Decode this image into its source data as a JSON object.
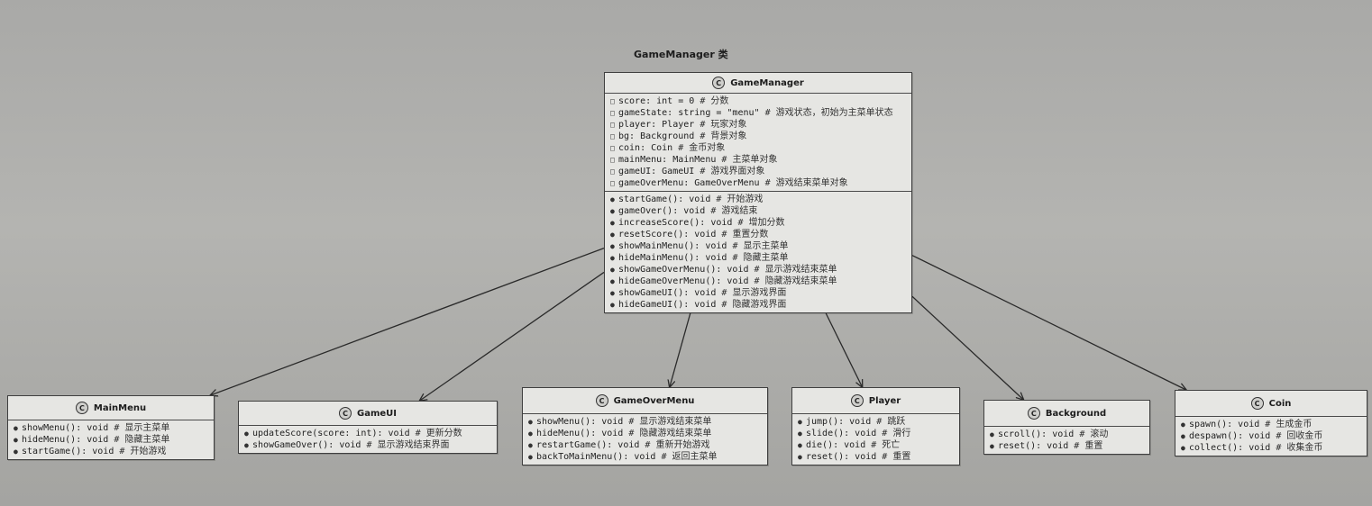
{
  "diagram_title": "GameManager 类",
  "classes": {
    "gameManager": {
      "name": "GameManager",
      "attributes": [
        {
          "vis": "□",
          "sig": "score: int = 0",
          "comment": "分数"
        },
        {
          "vis": "□",
          "sig": "gameState: string = \"menu\"",
          "comment": "游戏状态，初始为主菜单状态"
        },
        {
          "vis": "□",
          "sig": "player: Player",
          "comment": "玩家对象"
        },
        {
          "vis": "□",
          "sig": "bg: Background",
          "comment": "背景对象"
        },
        {
          "vis": "□",
          "sig": "coin: Coin",
          "comment": "金币对象"
        },
        {
          "vis": "□",
          "sig": "mainMenu: MainMenu",
          "comment": "主菜单对象"
        },
        {
          "vis": "□",
          "sig": "gameUI: GameUI",
          "comment": "游戏界面对象"
        },
        {
          "vis": "□",
          "sig": "gameOverMenu: GameOverMenu",
          "comment": "游戏结束菜单对象"
        }
      ],
      "methods": [
        {
          "vis": "●",
          "sig": "startGame(): void",
          "comment": "开始游戏"
        },
        {
          "vis": "●",
          "sig": "gameOver(): void",
          "comment": "游戏结束"
        },
        {
          "vis": "●",
          "sig": "increaseScore(): void",
          "comment": "增加分数"
        },
        {
          "vis": "●",
          "sig": "resetScore(): void",
          "comment": "重置分数"
        },
        {
          "vis": "●",
          "sig": "showMainMenu(): void",
          "comment": "显示主菜单"
        },
        {
          "vis": "●",
          "sig": "hideMainMenu(): void",
          "comment": "隐藏主菜单"
        },
        {
          "vis": "●",
          "sig": "showGameOverMenu(): void",
          "comment": "显示游戏结束菜单"
        },
        {
          "vis": "●",
          "sig": "hideGameOverMenu(): void",
          "comment": "隐藏游戏结束菜单"
        },
        {
          "vis": "●",
          "sig": "showGameUI(): void",
          "comment": "显示游戏界面"
        },
        {
          "vis": "●",
          "sig": "hideGameUI(): void",
          "comment": "隐藏游戏界面"
        }
      ]
    },
    "mainMenu": {
      "name": "MainMenu",
      "methods": [
        {
          "vis": "●",
          "sig": "showMenu(): void",
          "comment": "显示主菜单"
        },
        {
          "vis": "●",
          "sig": "hideMenu(): void",
          "comment": "隐藏主菜单"
        },
        {
          "vis": "●",
          "sig": "startGame(): void",
          "comment": "开始游戏"
        }
      ]
    },
    "gameUI": {
      "name": "GameUI",
      "methods": [
        {
          "vis": "●",
          "sig": "updateScore(score: int): void",
          "comment": "更新分数"
        },
        {
          "vis": "●",
          "sig": "showGameOver(): void",
          "comment": "显示游戏结束界面"
        }
      ]
    },
    "gameOverMenu": {
      "name": "GameOverMenu",
      "methods": [
        {
          "vis": "●",
          "sig": "showMenu(): void",
          "comment": "显示游戏结束菜单"
        },
        {
          "vis": "●",
          "sig": "hideMenu(): void",
          "comment": "隐藏游戏结束菜单"
        },
        {
          "vis": "●",
          "sig": "restartGame(): void",
          "comment": "重新开始游戏"
        },
        {
          "vis": "●",
          "sig": "backToMainMenu(): void",
          "comment": "返回主菜单"
        }
      ]
    },
    "player": {
      "name": "Player",
      "methods": [
        {
          "vis": "●",
          "sig": "jump(): void",
          "comment": "跳跃"
        },
        {
          "vis": "●",
          "sig": "slide(): void",
          "comment": "滑行"
        },
        {
          "vis": "●",
          "sig": "die(): void",
          "comment": "死亡"
        },
        {
          "vis": "●",
          "sig": "reset(): void",
          "comment": "重置"
        }
      ]
    },
    "background": {
      "name": "Background",
      "methods": [
        {
          "vis": "●",
          "sig": "scroll(): void",
          "comment": "滚动"
        },
        {
          "vis": "●",
          "sig": "reset(): void",
          "comment": "重置"
        }
      ]
    },
    "coin": {
      "name": "Coin",
      "methods": [
        {
          "vis": "●",
          "sig": "spawn(): void",
          "comment": "生成金币"
        },
        {
          "vis": "●",
          "sig": "despawn(): void",
          "comment": "回收金币"
        },
        {
          "vis": "●",
          "sig": "collect(): void",
          "comment": "收集金币"
        }
      ]
    }
  },
  "badge_letter": "C",
  "comment_marker": "#"
}
